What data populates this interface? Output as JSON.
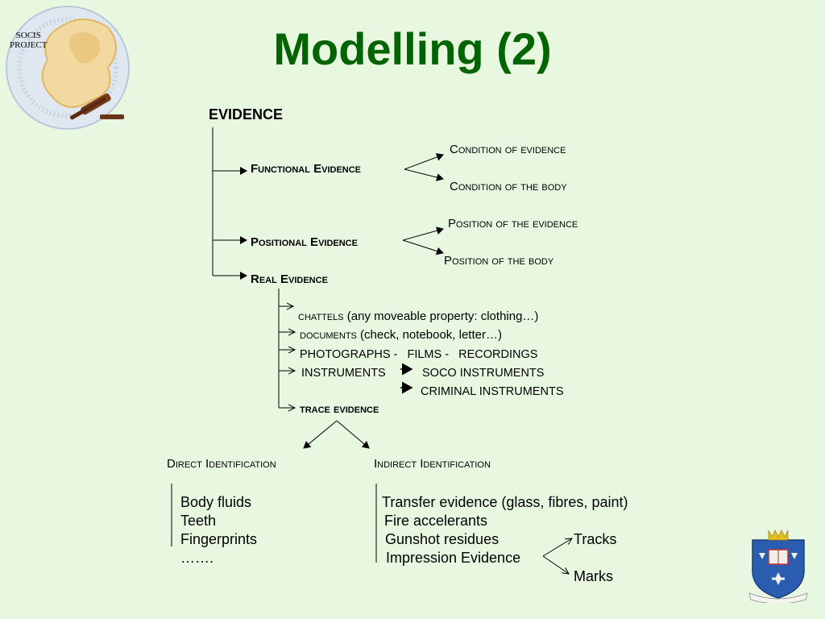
{
  "slide": {
    "title": "Modelling (2)",
    "logo": {
      "text_line1": "SOCIS",
      "text_line2": "PROJECT"
    },
    "root": "EVIDENCE",
    "functional": {
      "label": "Functional Evidence",
      "sub1": "Condition of evidence",
      "sub2": "Condition of the body"
    },
    "positional": {
      "label": "Positional Evidence",
      "sub1": "Position of the evidence",
      "sub2": "Position of the body"
    },
    "real": {
      "label": "Real Evidence",
      "chattels_sc": "chattels",
      "chattels_rest": " (any moveable property: clothing…)",
      "documents_sc": "documents",
      "documents_rest": " (check, notebook, letter…)",
      "photographs": "PHOTOGRAPHS -   FILMS -   RECORDINGS",
      "instruments": "INSTRUMENTS",
      "soco": "SOCO INSTRUMENTS",
      "criminal": "CRIMINAL INSTRUMENTS",
      "trace": "trace evidence"
    },
    "direct": {
      "label": "Direct Identification",
      "items": [
        "Body fluids",
        "Teeth",
        "Fingerprints",
        "……."
      ]
    },
    "indirect": {
      "label": "Indirect Identification",
      "items": [
        "Transfer evidence (glass, fibres, paint)",
        "Fire accelerants",
        "Gunshot residues",
        "Impression Evidence"
      ],
      "tracks": "Tracks",
      "marks": "Marks"
    }
  }
}
